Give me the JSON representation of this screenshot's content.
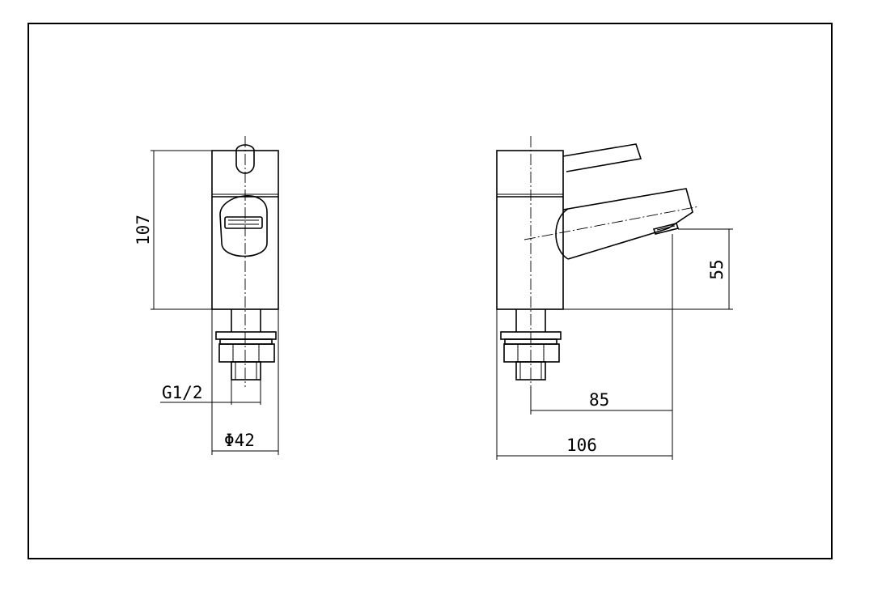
{
  "labels": {
    "height_107": "107",
    "thread_g12": "G1/2",
    "diameter_42": "Φ42",
    "spout_height_55": "55",
    "spout_reach_85": "85",
    "overall_length_106": "106"
  },
  "colors": {
    "line": "#000000",
    "background": "#ffffff"
  }
}
